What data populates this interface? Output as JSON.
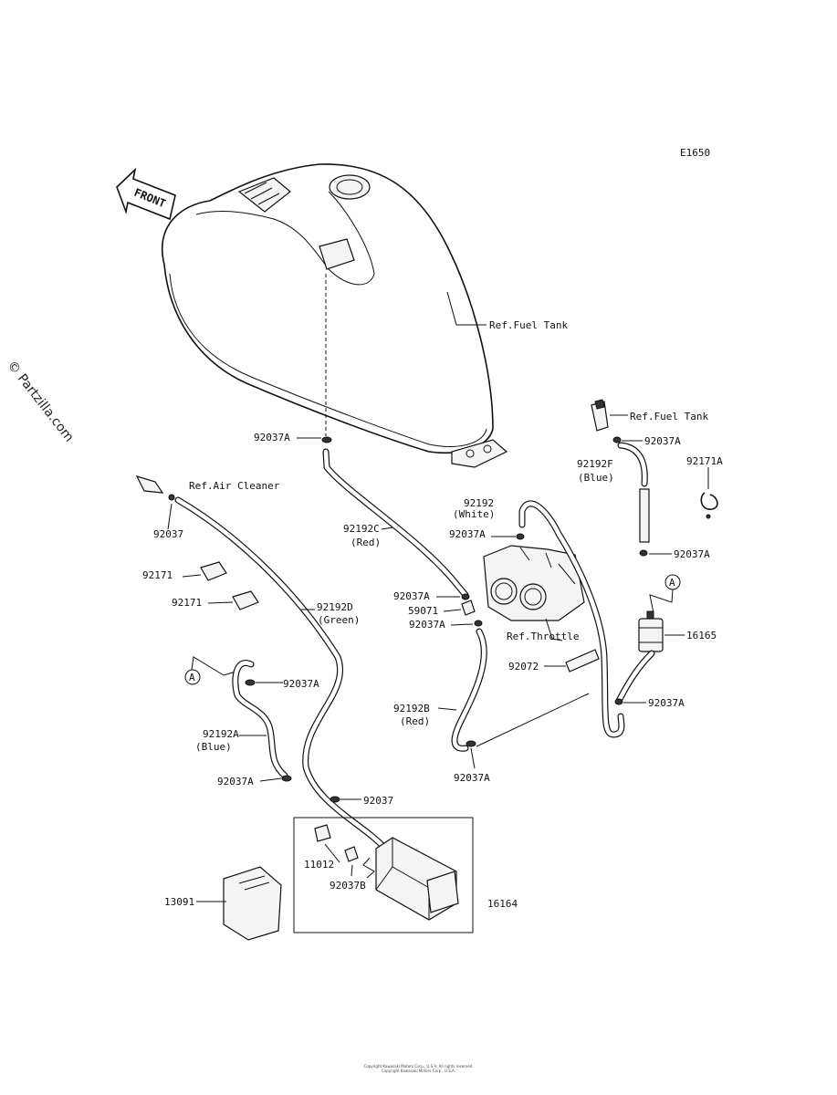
{
  "diagram_code": "E1650",
  "front_label": "FRONT",
  "watermark": "© Partzilla.com",
  "labels": {
    "ref_fuel_tank_1": "Ref.Fuel Tank",
    "ref_fuel_tank_2": "Ref.Fuel Tank",
    "ref_air_cleaner": "Ref.Air Cleaner",
    "ref_throttle": "Ref.Throttle",
    "p92037A_1": "92037A",
    "p92037A_2": "92037A",
    "p92037A_3": "92037A",
    "p92037A_4": "92037A",
    "p92037A_5": "92037A",
    "p92037A_6": "92037A",
    "p92037A_7": "92037A",
    "p92037A_8": "92037A",
    "p92037A_9": "92037A",
    "p92037A_10": "92037A",
    "p92037_1": "92037",
    "p92037_2": "92037",
    "p92192F": "92192F",
    "p92192F_color": "(Blue)",
    "p92171A": "92171A",
    "p92192": "92192",
    "p92192_color": "(White)",
    "p92192C": "92192C",
    "p92192C_color": "(Red)",
    "p92171_1": "92171",
    "p92171_2": "92171",
    "p92192D": "92192D",
    "p92192D_color": "(Green)",
    "p59071": "59071",
    "p16165": "16165",
    "p92072": "92072",
    "p92192B": "92192B",
    "p92192B_color": "(Red)",
    "p92192A": "92192A",
    "p92192A_color": "(Blue)",
    "p11012": "11012",
    "p92037B": "92037B",
    "p16164": "16164",
    "p13091": "13091",
    "callout_a_1": "A",
    "callout_a_2": "A"
  },
  "footer_line_1": "Copyright Kawasaki Motors Corp., U.S.A. All rights reserved.",
  "footer_line_2": "Copyright Kawasaki Motors Corp., U.S.A."
}
